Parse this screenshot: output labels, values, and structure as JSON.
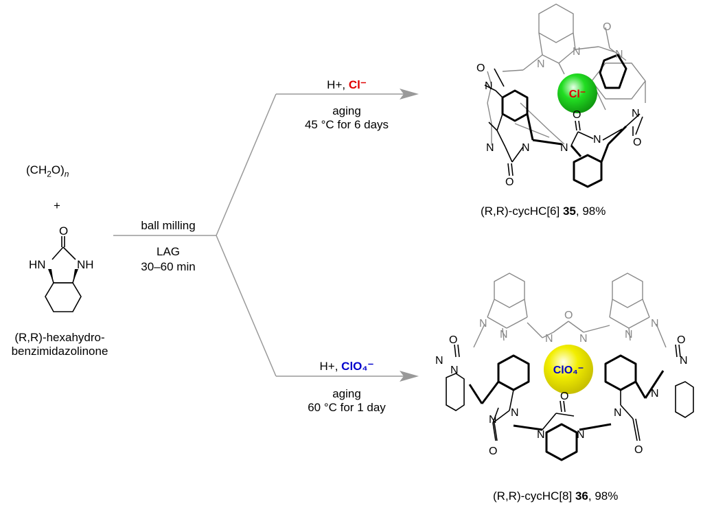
{
  "reagent_a": {
    "prefix": "(CH",
    "sub1": "2",
    "mid": "O)",
    "sub2": "n"
  },
  "plus": "+",
  "starting_material": {
    "line1": "(R,R)-hexahydro-",
    "line2": "benzimidazolinone",
    "o": "O",
    "nh_left": "HN",
    "nh_right": "NH"
  },
  "main_conditions": {
    "above": "ball milling",
    "below1": "LAG",
    "below2": "30–60 min"
  },
  "upper": {
    "reagent_prefix": "H+, ",
    "anion_label": "Cl⁻",
    "line1": "aging",
    "line2": "45 °C for 6 days",
    "sphere_label": "Cl⁻",
    "sphere_color": "#22dd22",
    "product_name": "(R,R)-cycHC[6] ",
    "product_number": "35",
    "product_yield": ", 98%"
  },
  "lower": {
    "reagent_prefix": "H+, ",
    "anion_label": "ClO₄⁻",
    "line1": "aging",
    "line2": "60 °C for 1 day",
    "sphere_label": "ClO₄⁻",
    "sphere_color": "#f2ee00",
    "product_name": "(R,R)-cycHC[8] ",
    "product_number": "36",
    "product_yield": ", 98%"
  },
  "atoms": {
    "N": "N",
    "O": "O"
  },
  "colors": {
    "arrow": "#999999",
    "chloride": "#e00000",
    "perchlorate": "#0000cc",
    "back_bonds": "#888888"
  }
}
